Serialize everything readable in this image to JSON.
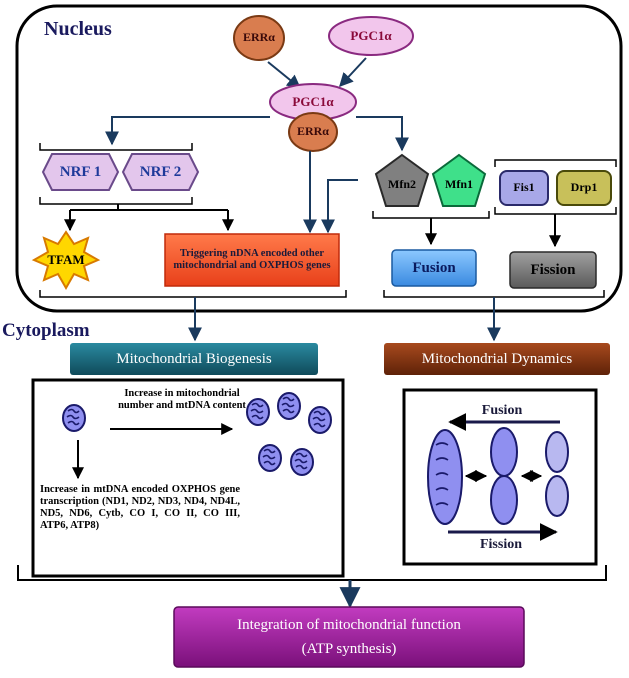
{
  "labels": {
    "nucleus": "Nucleus",
    "cytoplasm": "Cytoplasm",
    "err_alpha_top": "ERRα",
    "pgc1_alpha_top": "PGC1α",
    "pgc1_alpha_center": "PGC1α",
    "err_alpha_center": "ERRα",
    "nrf1": "NRF 1",
    "nrf2": "NRF 2",
    "tfam": "TFAM",
    "triggering": "Triggering nDNA encoded other mitochondrial and OXPHOS genes",
    "mfn2": "Mfn2",
    "mfn1": "Mfn1",
    "fis1": "Fis1",
    "drp1": "Drp1",
    "fusion_box": "Fusion",
    "fission_box": "Fission",
    "mito_biogenesis": "Mitochondrial Biogenesis",
    "mito_dynamics": "Mitochondrial Dynamics",
    "increase_number": "Increase in mitochondrial number and mtDNA content",
    "increase_transcription": "Increase in mtDNA encoded OXPHOS gene transcription (ND1, ND2, ND3, ND4, ND4L, ND5, ND6, Cytb, CO I, CO II, CO III, ATP6, ATP8)",
    "dyn_fusion": "Fusion",
    "dyn_fission": "Fission",
    "integration_line1": "Integration of mitochondrial function",
    "integration_line2": "(ATP synthesis)"
  },
  "colors": {
    "err": "#d97d4f",
    "pgc": "#f2c6ec",
    "pgc_border": "#8a2a80",
    "nrf_fill": "#e3c6ec",
    "nrf_text": "#1e3a9a",
    "tfam": "#ffd700",
    "trigger": "#ff5630",
    "mfn2": "#808080",
    "mfn1": "#3fe08a",
    "fis1": "#a8a8e8",
    "drp1": "#c8c05a",
    "fusion": "#5aaaf0",
    "fission": "#7a7a7a",
    "biogenesis_banner": "#1a6a7e",
    "dynamics_banner": "#8a3a14",
    "integration": "#a0229c",
    "mito": "#8f8ff0",
    "arrow": "#1a3a5e"
  }
}
